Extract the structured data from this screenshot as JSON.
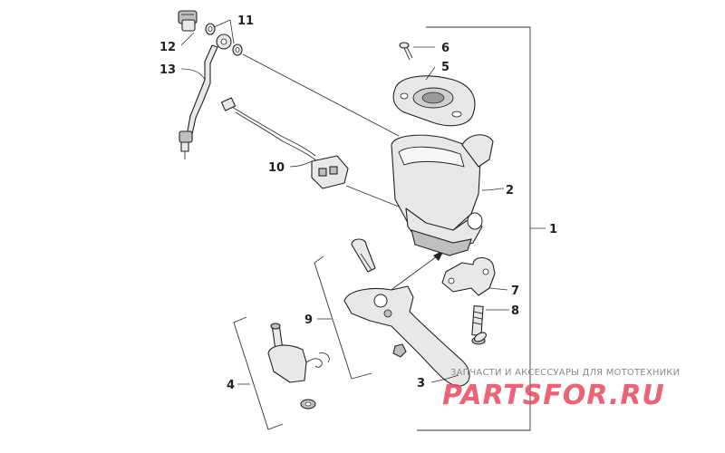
{
  "callouts": {
    "c1": "1",
    "c2": "2",
    "c3": "3",
    "c4": "4",
    "c5": "5",
    "c6": "6",
    "c7": "7",
    "c8": "8",
    "c9": "9",
    "c10": "10",
    "c11": "11",
    "c12": "12",
    "c13": "13"
  },
  "watermark": {
    "subtitle": "ЗАПЧАСТИ И АКСЕССУАРЫ ДЛЯ МОТОТЕХНИКИ",
    "logo": "PARTSFOR.RU",
    "color": "#e8485c"
  }
}
